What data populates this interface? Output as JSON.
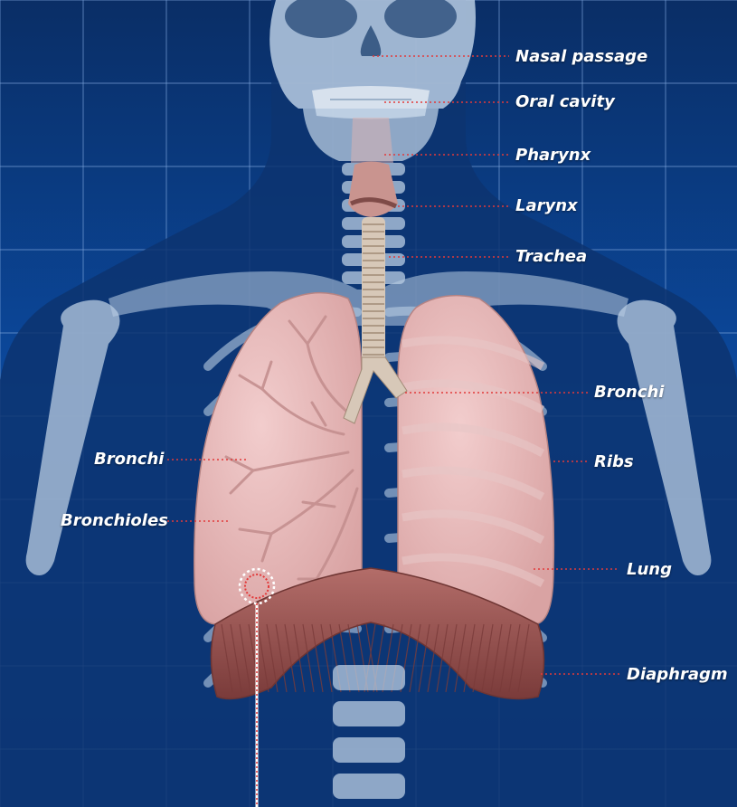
{
  "labels": {
    "nasal_passage": "Nasal passage",
    "oral_cavity": "Oral cavity",
    "pharynx": "Pharynx",
    "larynx": "Larynx",
    "trachea": "Trachea",
    "bronchi_right": "Bronchi",
    "ribs": "Ribs",
    "lung": "Lung",
    "diaphragm": "Diaphragm",
    "bronchi_left": "Bronchi",
    "bronchioles": "Bronchioles"
  },
  "colors": {
    "background": "#0b3f8c",
    "grid": "#7fa6dc",
    "body_silhouette": "#0d3470",
    "bone": "#b9cde3",
    "lung": "#e7b9b9",
    "airway": "#c9948f",
    "diaphragm": "#9a5552",
    "label_line": "#e23a3a",
    "label_text": "#ffffff"
  }
}
